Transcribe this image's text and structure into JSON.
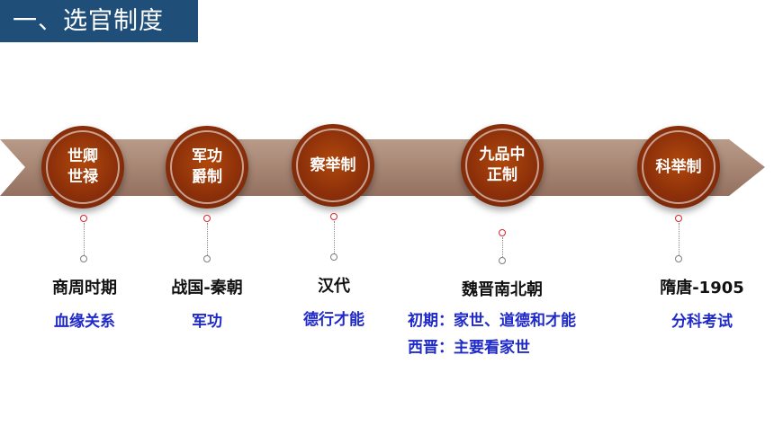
{
  "title": "一、选官制度",
  "colors": {
    "title_bg": "#1f4e79",
    "band": "#a88674",
    "node": "#8b2f0a",
    "desc_text": "#1f2ac8"
  },
  "stages": [
    {
      "name": "世卿\n世禄",
      "period": "商周时期",
      "desc": [
        "血缘关系"
      ]
    },
    {
      "name": "军功\n爵制",
      "period": "战国-秦朝",
      "desc": [
        "军功"
      ]
    },
    {
      "name": "察举制",
      "period": "汉代",
      "desc": [
        "德行才能"
      ]
    },
    {
      "name": "九品中\n正制",
      "period": "魏晋南北朝",
      "desc": [
        "初期：家世、道德和才能",
        "西晋：主要看家世"
      ]
    },
    {
      "name": "科举制",
      "period": "隋唐-1905",
      "desc": [
        "分科考试"
      ]
    }
  ]
}
